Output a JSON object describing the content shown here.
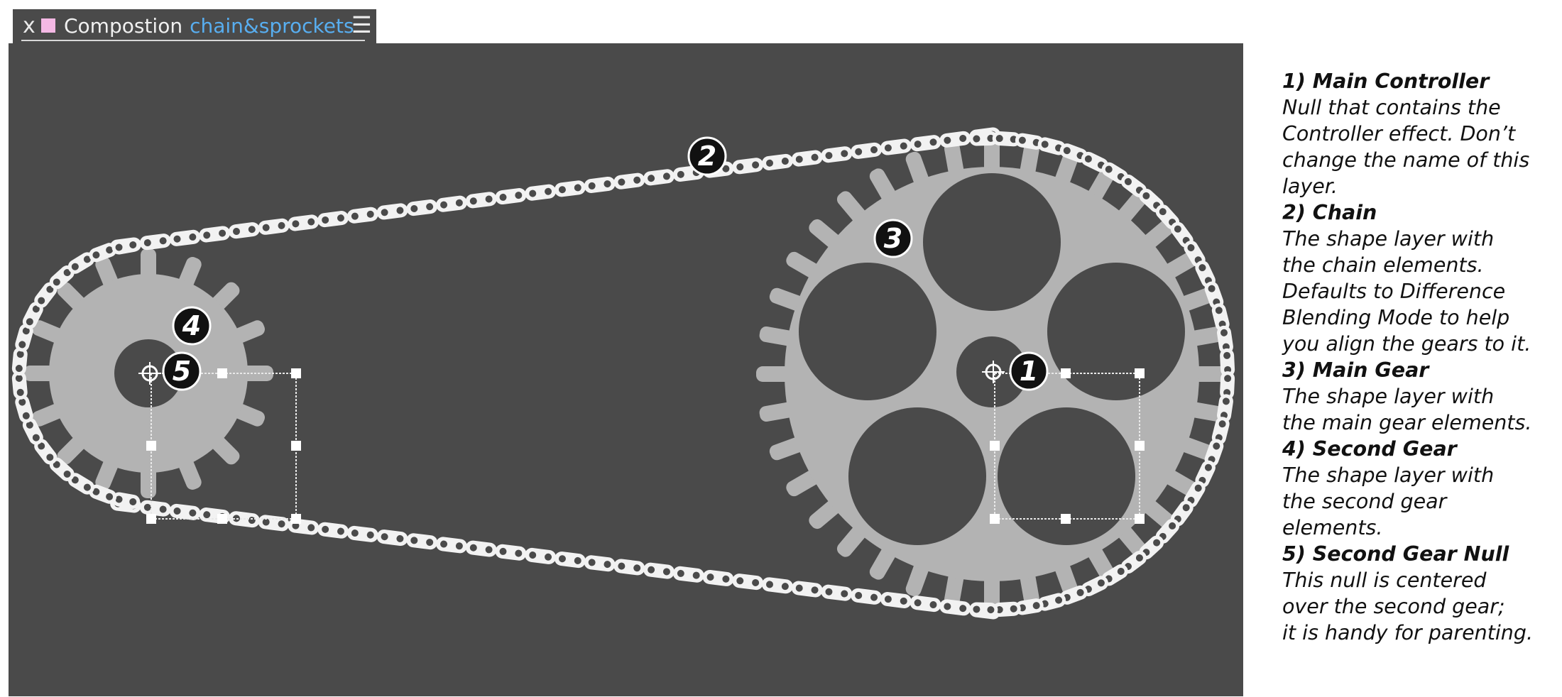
{
  "tab": {
    "close": "x",
    "label": "Compostion",
    "comp_name": "chain&sprockets",
    "menu_icon": "hamburger-menu-icon",
    "swatch_color": "#f4b8e4",
    "accent_color": "#58aef0"
  },
  "colors": {
    "viewer_bg": "#4a4a4a",
    "gear_fill": "#b3b3b3",
    "chain_link": "#f2f2f2",
    "chain_pin": "#4a4a4a",
    "badge_fill": "#111111"
  },
  "callouts": [
    "1",
    "2",
    "3",
    "4",
    "5"
  ],
  "legend": [
    {
      "title": "1) Main Controller",
      "lines": [
        "Null that contains the",
        "Controller effect. Don’t",
        "change the name of this",
        "layer."
      ]
    },
    {
      "title": "2) Chain",
      "lines": [
        "The shape layer with",
        "the chain elements.",
        "Defaults to Difference",
        "Blending Mode to help",
        "you align the gears to it."
      ]
    },
    {
      "title": "3) Main Gear",
      "lines": [
        "The shape layer with",
        "the main gear elements."
      ]
    },
    {
      "title": "4) Second Gear",
      "lines": [
        "The shape layer with",
        "the second gear",
        "elements."
      ]
    },
    {
      "title": "5) Second Gear Null",
      "lines": [
        "This null is centered",
        "over the second gear;",
        "it is handy for parenting."
      ]
    }
  ]
}
